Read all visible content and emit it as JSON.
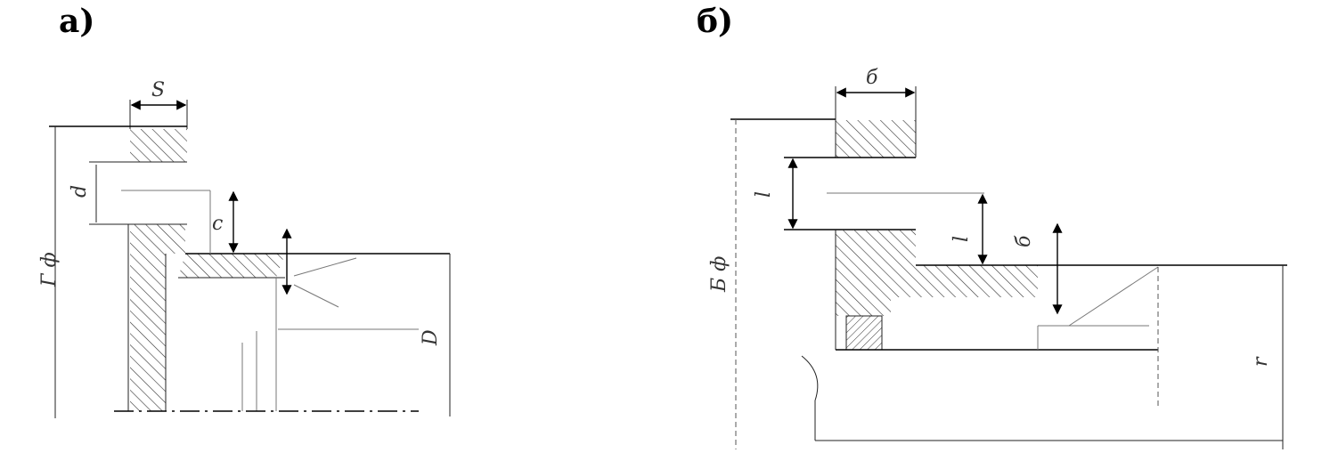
{
  "panels": {
    "a": {
      "label": "а)"
    },
    "b": {
      "label": "б)"
    }
  },
  "dimensions": {
    "a": {
      "top": "S",
      "left": "Г ф",
      "mid": "d",
      "inner": "c",
      "right": "D"
    },
    "b": {
      "top": "б",
      "left": "Б ф",
      "mid": "l",
      "inner": "l",
      "small": "б",
      "right": "r"
    }
  }
}
